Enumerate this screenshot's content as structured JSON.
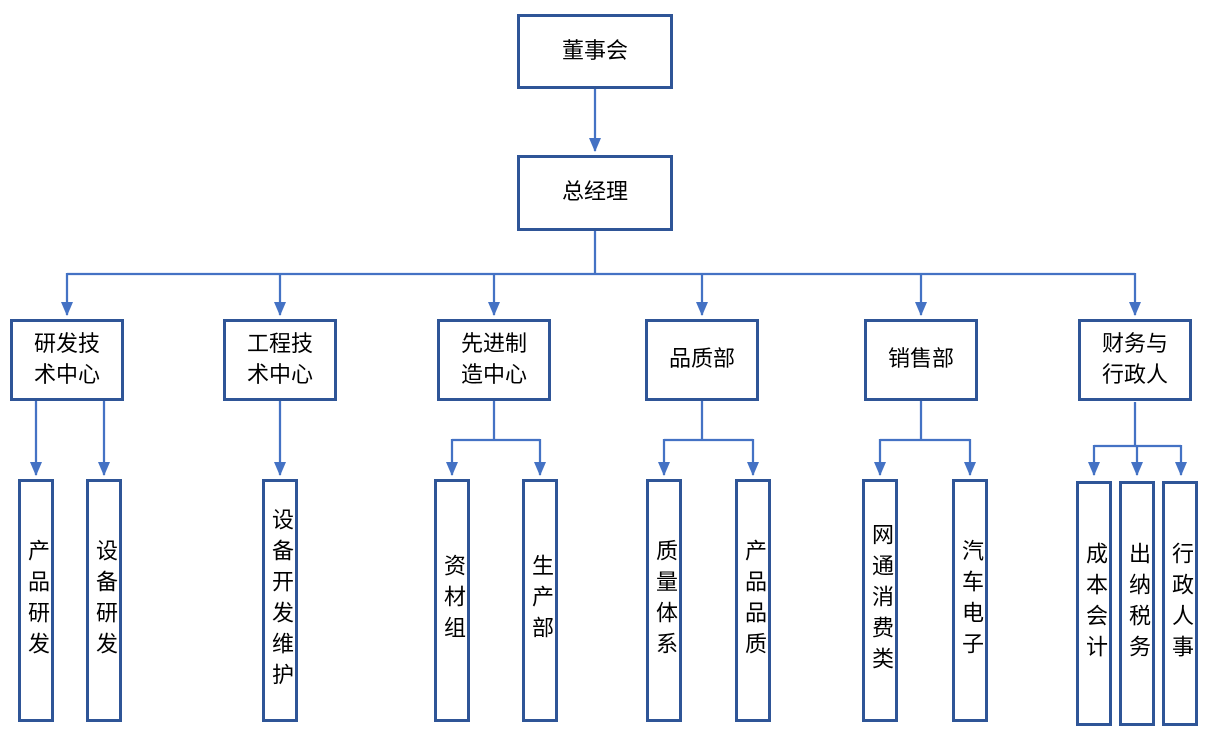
{
  "palette": {
    "border": "#2F5597",
    "connector": "#4472C4",
    "text": "#000000",
    "bg": "#FFFFFF"
  },
  "nodes": {
    "board": {
      "label": "董事会"
    },
    "general_manager": {
      "label": "总经理"
    },
    "departments": [
      {
        "label": "研发技\n术中心",
        "children": [
          {
            "label": "产品研发"
          },
          {
            "label": "设备研发"
          }
        ]
      },
      {
        "label": "工程技\n术中心",
        "children": [
          {
            "label": "设备开发维护"
          }
        ]
      },
      {
        "label": "先进制\n造中心",
        "children": [
          {
            "label": "资材组"
          },
          {
            "label": "生产部"
          }
        ]
      },
      {
        "label": "品质部",
        "children": [
          {
            "label": "质量体系"
          },
          {
            "label": "产品品质"
          }
        ]
      },
      {
        "label": "销售部",
        "children": [
          {
            "label": "网通消费类"
          },
          {
            "label": "汽车电子"
          }
        ]
      },
      {
        "label": "财务与\n行政人",
        "children": [
          {
            "label": "成本会计"
          },
          {
            "label": "出纳税务"
          },
          {
            "label": "行政人事"
          }
        ]
      }
    ]
  }
}
